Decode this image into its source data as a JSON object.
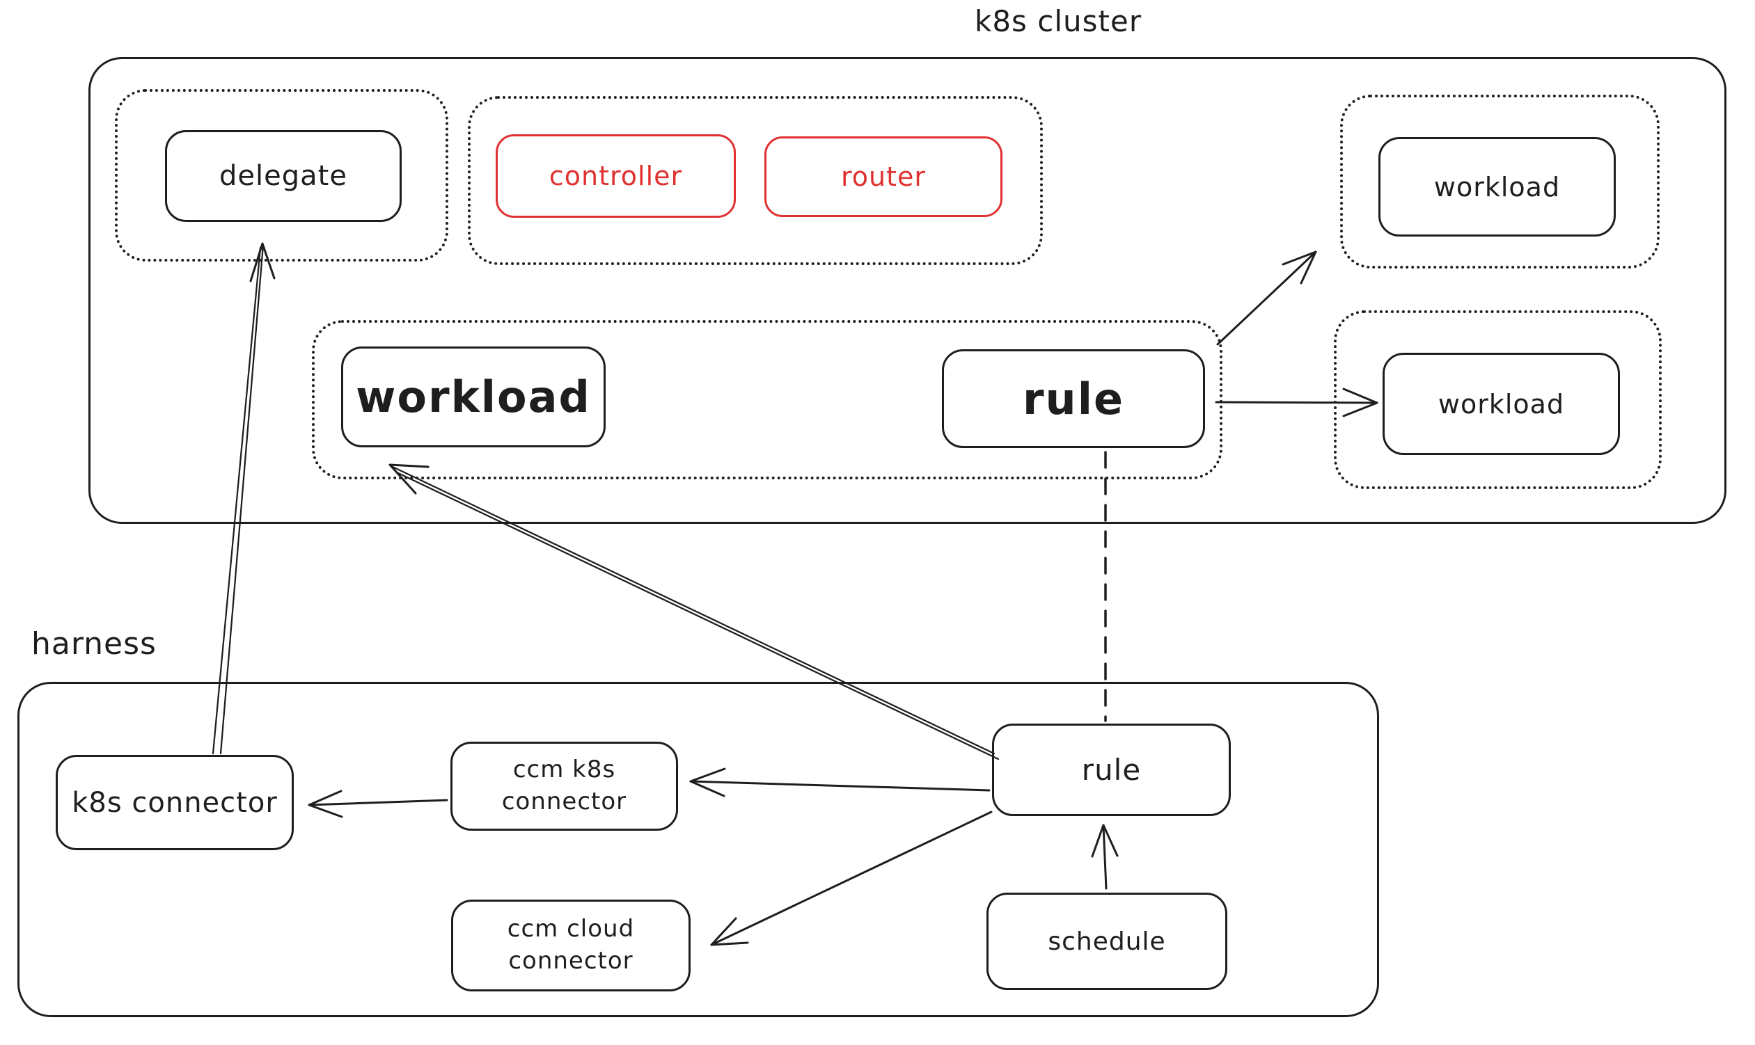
{
  "colors": {
    "ink": "#1e1e1e",
    "accent_red": "#e03131",
    "background": "#ffffff"
  },
  "k8s_cluster": {
    "label": "k8s cluster",
    "delegate_box": "delegate",
    "controller_box": "controller",
    "router_box": "router",
    "workload_top_right_box": "workload",
    "workload_main_box": "workload",
    "rule_box": "rule",
    "workload_mid_right_box": "workload"
  },
  "harness": {
    "label": "harness",
    "k8s_connector_box": "k8s connector",
    "ccm_k8s_connector_box": "ccm k8s connector",
    "ccm_cloud_connector_box": "ccm cloud connector",
    "rule_box": "rule",
    "schedule_box": "schedule"
  }
}
